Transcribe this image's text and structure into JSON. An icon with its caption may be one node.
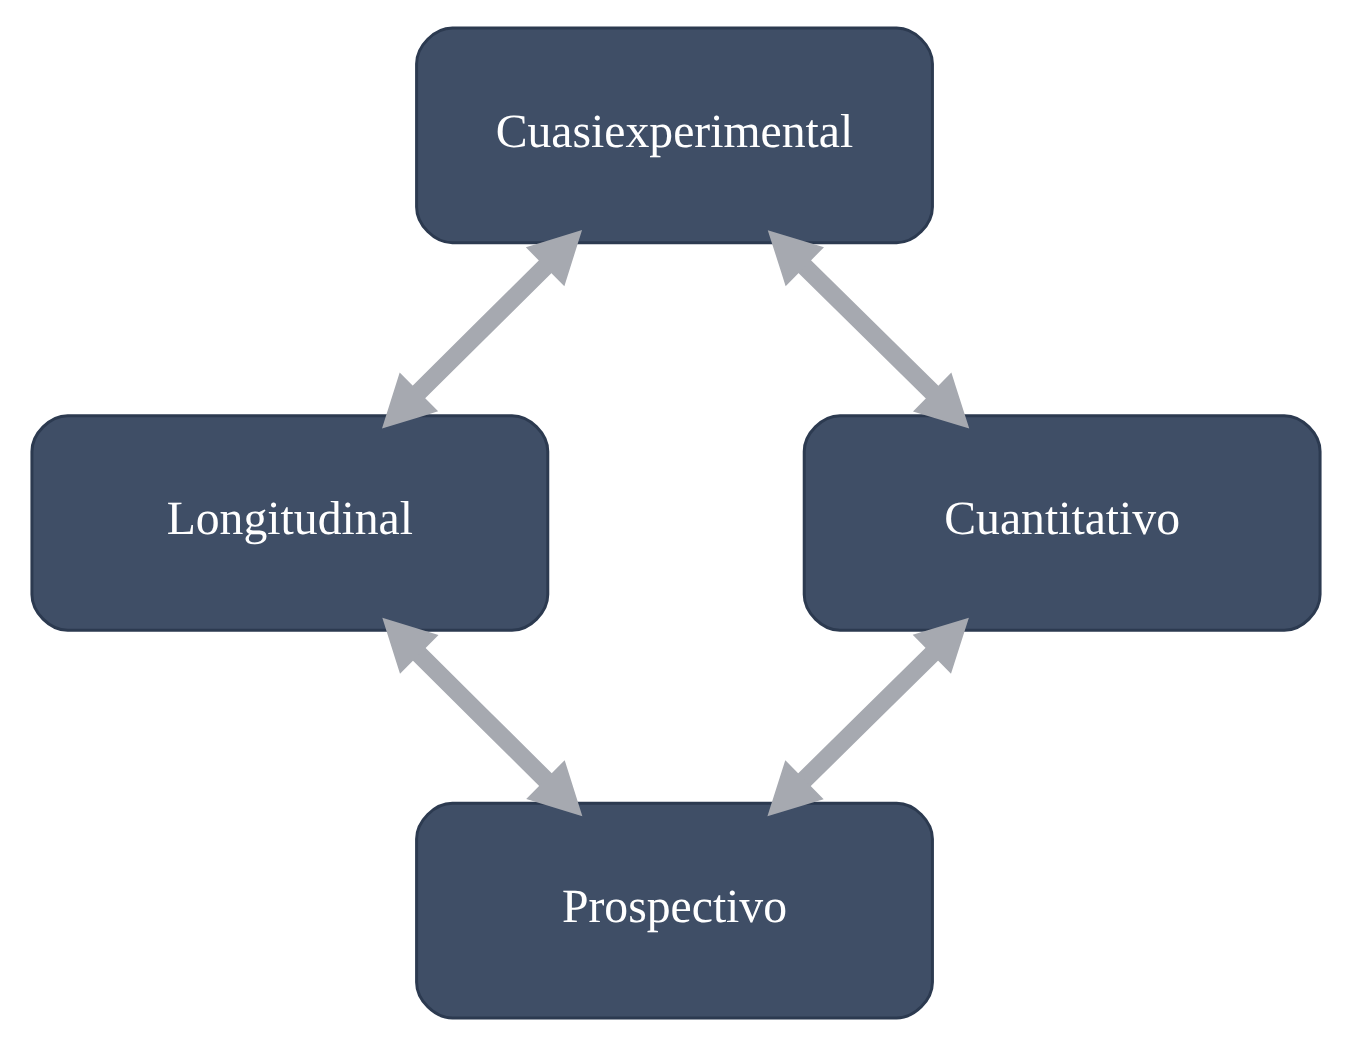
{
  "diagram": {
    "nodes": [
      {
        "text": [
          "Cuasiexperimental"
        ]
      },
      {
        "text": [
          "Longitudinal"
        ]
      },
      {
        "text": [
          "Cuantitativo"
        ]
      },
      {
        "text": [
          "Prospectivo"
        ]
      }
    ],
    "edges": [
      {
        "from": 0,
        "to": 1,
        "arrow": "both"
      },
      {
        "from": 0,
        "to": 2,
        "arrow": "both"
      },
      {
        "from": 1,
        "to": 3,
        "arrow": "both"
      },
      {
        "from": 2,
        "to": 3,
        "arrow": "both"
      }
    ]
  }
}
